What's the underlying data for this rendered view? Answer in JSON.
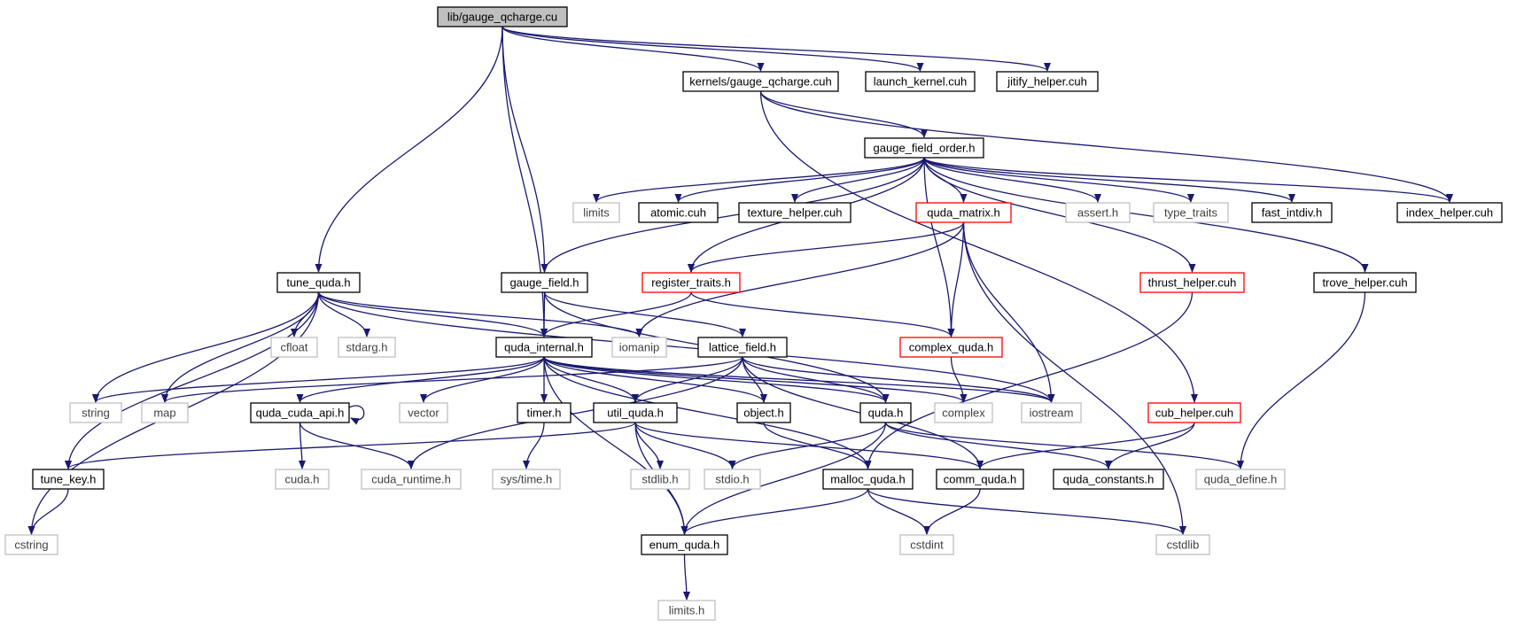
{
  "colors": {
    "edge": "#191970",
    "root_fill": "#bfbfbf",
    "node_border": "#000000",
    "incomplete_border": "#ff0000",
    "system_border": "#bfbfbf",
    "system_text": "#404040",
    "text": "#000000"
  },
  "nodes": {
    "root": {
      "label": "lib/gauge_qcharge.cu",
      "kind": "root"
    },
    "kernels_gauge_qcharge": {
      "label": "kernels/gauge_qcharge.cuh",
      "kind": "normal"
    },
    "launch_kernel": {
      "label": "launch_kernel.cuh",
      "kind": "normal"
    },
    "jitify_helper": {
      "label": "jitify_helper.cuh",
      "kind": "normal"
    },
    "gauge_field_order": {
      "label": "gauge_field_order.h",
      "kind": "normal"
    },
    "limits_top": {
      "label": "limits",
      "kind": "system"
    },
    "atomic": {
      "label": "atomic.cuh",
      "kind": "normal"
    },
    "texture_helper": {
      "label": "texture_helper.cuh",
      "kind": "normal"
    },
    "quda_matrix": {
      "label": "quda_matrix.h",
      "kind": "incomplete"
    },
    "assert": {
      "label": "assert.h",
      "kind": "system"
    },
    "type_traits": {
      "label": "type_traits",
      "kind": "system"
    },
    "fast_intdiv": {
      "label": "fast_intdiv.h",
      "kind": "normal"
    },
    "index_helper": {
      "label": "index_helper.cuh",
      "kind": "normal"
    },
    "tune_quda": {
      "label": "tune_quda.h",
      "kind": "normal"
    },
    "gauge_field": {
      "label": "gauge_field.h",
      "kind": "normal"
    },
    "register_traits": {
      "label": "register_traits.h",
      "kind": "incomplete"
    },
    "thrust_helper": {
      "label": "thrust_helper.cuh",
      "kind": "incomplete"
    },
    "trove_helper": {
      "label": "trove_helper.cuh",
      "kind": "normal"
    },
    "cfloat": {
      "label": "cfloat",
      "kind": "system"
    },
    "stdarg": {
      "label": "stdarg.h",
      "kind": "system"
    },
    "quda_internal": {
      "label": "quda_internal.h",
      "kind": "normal"
    },
    "iomanip": {
      "label": "iomanip",
      "kind": "system"
    },
    "lattice_field": {
      "label": "lattice_field.h",
      "kind": "normal"
    },
    "complex_quda": {
      "label": "complex_quda.h",
      "kind": "incomplete"
    },
    "string": {
      "label": "string",
      "kind": "system"
    },
    "map": {
      "label": "map",
      "kind": "system"
    },
    "quda_cuda_api": {
      "label": "quda_cuda_api.h",
      "kind": "normal"
    },
    "vector": {
      "label": "vector",
      "kind": "system"
    },
    "timer": {
      "label": "timer.h",
      "kind": "normal"
    },
    "util_quda": {
      "label": "util_quda.h",
      "kind": "normal"
    },
    "object": {
      "label": "object.h",
      "kind": "normal"
    },
    "quda": {
      "label": "quda.h",
      "kind": "normal"
    },
    "complex": {
      "label": "complex",
      "kind": "system"
    },
    "iostream": {
      "label": "iostream",
      "kind": "system"
    },
    "cub_helper": {
      "label": "cub_helper.cuh",
      "kind": "incomplete"
    },
    "tune_key": {
      "label": "tune_key.h",
      "kind": "normal"
    },
    "cuda": {
      "label": "cuda.h",
      "kind": "system"
    },
    "cuda_runtime": {
      "label": "cuda_runtime.h",
      "kind": "system"
    },
    "sys_time": {
      "label": "sys/time.h",
      "kind": "system"
    },
    "stdlib": {
      "label": "stdlib.h",
      "kind": "system"
    },
    "stdio": {
      "label": "stdio.h",
      "kind": "system"
    },
    "malloc_quda": {
      "label": "malloc_quda.h",
      "kind": "normal"
    },
    "comm_quda": {
      "label": "comm_quda.h",
      "kind": "normal"
    },
    "quda_constants": {
      "label": "quda_constants.h",
      "kind": "normal"
    },
    "quda_define": {
      "label": "quda_define.h",
      "kind": "system"
    },
    "cstring": {
      "label": "cstring",
      "kind": "system"
    },
    "cstdint": {
      "label": "cstdint",
      "kind": "system"
    },
    "cstdlib": {
      "label": "cstdlib",
      "kind": "system"
    },
    "enum_quda": {
      "label": "enum_quda.h",
      "kind": "normal"
    },
    "limits_bottom": {
      "label": "limits.h",
      "kind": "system"
    }
  }
}
